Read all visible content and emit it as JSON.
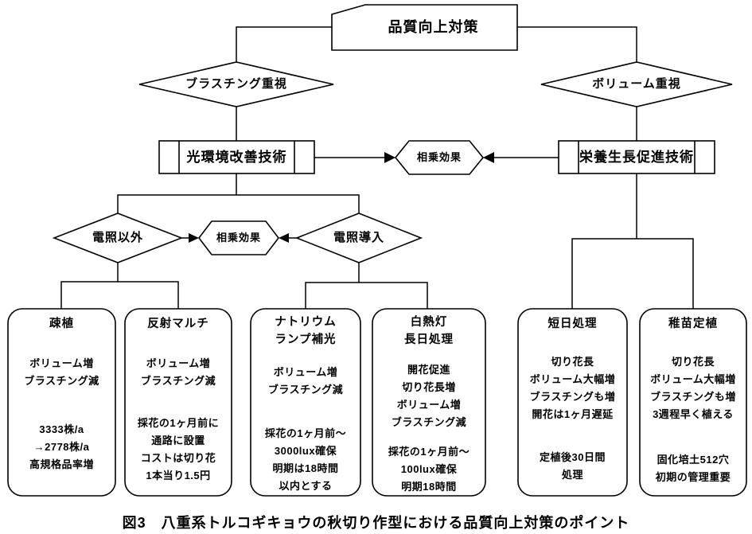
{
  "diagram": {
    "top_node": "品質向上対策",
    "branch_left": "ブラスチング重視",
    "branch_right": "ボリューム重視",
    "tech_left": "光環境改善技術",
    "tech_right": "栄養生長促進技術",
    "synergy_mid": "相乗効果",
    "synergy_lower": "相乗効果",
    "lighting_other": "電照以外",
    "lighting_intro": "電照導入",
    "boxes": [
      {
        "title": [
          "疎植"
        ],
        "effects": [
          "ボリューム増",
          "ブラスチング減"
        ],
        "details": [
          "3333株/a",
          "→2778株/a",
          "高規格品率増"
        ]
      },
      {
        "title": [
          "反射マルチ"
        ],
        "effects": [
          "ボリューム増",
          "ブラスチング減"
        ],
        "details": [
          "採花の1ヶ月前に",
          "通路に設置",
          "コストは切り花",
          "1本当り1.5円"
        ]
      },
      {
        "title": [
          "ナトリウム",
          "ランプ補光"
        ],
        "effects": [
          "ボリューム増",
          "ブラスチング減"
        ],
        "details": [
          "採花の1ヶ月前〜",
          "3000lux確保",
          "明期は18時間",
          "以内とする"
        ]
      },
      {
        "title": [
          "白熱灯",
          "長日処理"
        ],
        "effects": [
          "開花促進",
          "切り花長増",
          "ボリューム増",
          "ブラスチング減"
        ],
        "details": [
          "採花の1ヶ月前〜",
          "100lux確保",
          "明期18時間"
        ]
      },
      {
        "title": [
          "短日処理"
        ],
        "effects": [
          "切り花長",
          "ボリューム大幅増",
          "ブラスチングも増",
          "開花は1ヶ月遅延"
        ],
        "details": [
          "定植後30日間",
          "処理"
        ]
      },
      {
        "title": [
          "稚苗定植"
        ],
        "effects": [
          "切り花長",
          "ボリューム大幅増",
          "ブラスチングも増",
          "3週程早く植える"
        ],
        "details": [
          "固化培土512穴",
          "初期の管理重要"
        ]
      }
    ],
    "caption": "図3　八重系トルコギキョウの秋切り作型における品質向上対策のポイント",
    "colors": {
      "line": "#000000",
      "background": "#ffffff"
    }
  }
}
